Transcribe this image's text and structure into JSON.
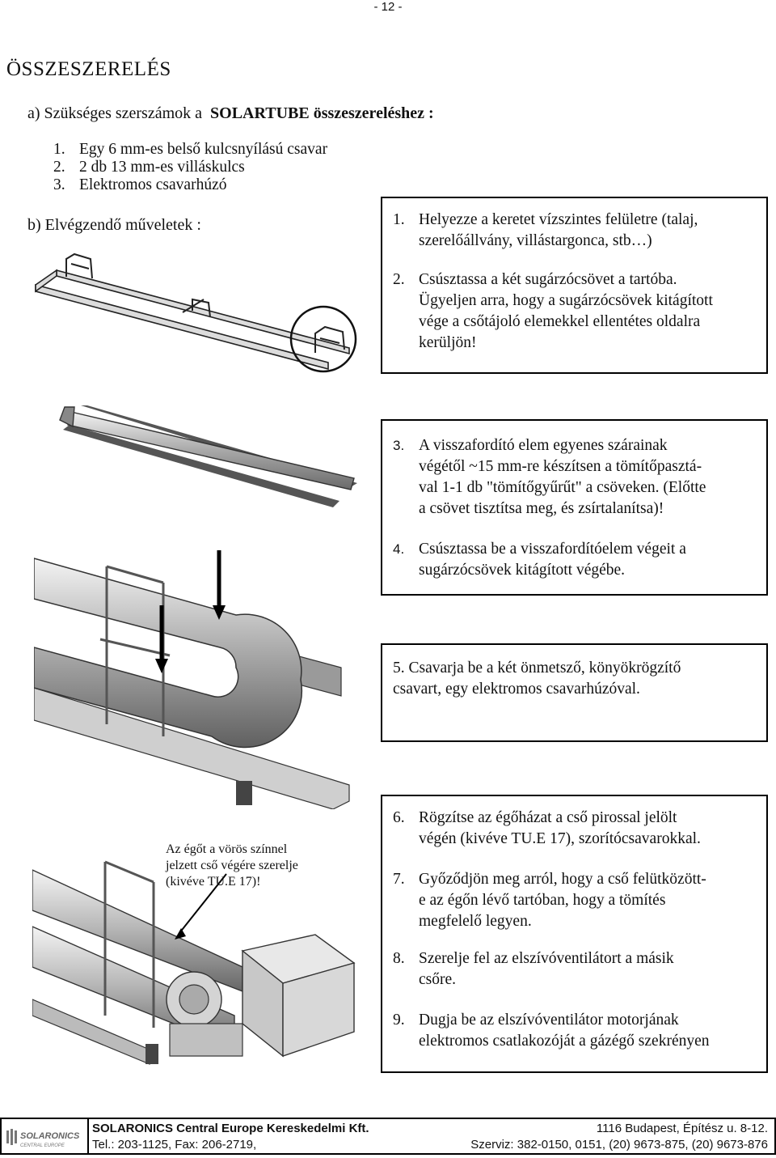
{
  "page_number": "- 12 -",
  "title": "ÖSSZESZERELÉS",
  "section_a": {
    "prefix": "a) Szükséges szerszámok a",
    "product": "SOLARTUBE összeszereléshez :",
    "tools": [
      {
        "num": "1.",
        "text": "Egy 6 mm-es belső kulcsnyílású csavar"
      },
      {
        "num": "2.",
        "text": "2 db 13 mm-es villáskulcs"
      },
      {
        "num": "3.",
        "text": "Elektromos csavarhúzó"
      }
    ]
  },
  "section_b": {
    "heading": "b) Elvégzendő műveletek :"
  },
  "box1": [
    {
      "num": "1.",
      "lines": [
        "Helyezze a keretet vízszintes felületre (talaj,",
        "szerelőállvány, villástargonca, stb…)"
      ]
    },
    {
      "num": "2.",
      "lines": [
        "Csúsztassa a két sugárzócsövet a tartóba.",
        "Ügyeljen arra, hogy a sugárzócsövek kitágított",
        "vége a csőtájoló elemekkel ellentétes oldalra",
        "kerüljön!"
      ]
    }
  ],
  "box2": [
    {
      "num": "3.",
      "lines": [
        "A visszafordító elem egyenes szárainak",
        "végétől ~15 mm-re készítsen a tömítőpasztá-",
        "val 1-1 db \"tömítőgyűrűt\" a csöveken. (Előtte",
        "a csövet tisztítsa meg, és zsírtalanítsa)!"
      ]
    },
    {
      "num": "4.",
      "lines": [
        "Csúsztassa be a visszafordítóelem végeit a",
        "sugárzócsövek kitágított végébe."
      ]
    }
  ],
  "box3": {
    "lines": [
      "5. Csavarja be a két önmetsző, könyökrögzítő",
      "csavart, egy elektromos csavarhúzóval."
    ]
  },
  "box4": [
    {
      "num": "6.",
      "lines": [
        "Rögzítse az égőházat a cső pirossal jelölt",
        "végén (kivéve TU.E 17), szorítócsavarokkal."
      ]
    },
    {
      "num": "7.",
      "lines": [
        "Győződjön meg arról, hogy a cső felütközött-",
        "e az égőn lévő tartóban, hogy a tömítés",
        "megfelelő legyen."
      ]
    },
    {
      "num": "8.",
      "lines": [
        "Szerelje fel az elszívóventilátort a másik",
        "csőre."
      ]
    },
    {
      "num": "9.",
      "lines": [
        "Dugja be az elszívóventilátor motorjának",
        "elektromos csatlakozóját a gázégő szekrényen"
      ]
    }
  ],
  "caption": [
    "Az égőt a vörös színnel",
    "jelzett cső végére szerelje",
    "(kivéve TU.E 17)!"
  ],
  "footer": {
    "logo_name": "SOLARONICS",
    "logo_sub": "CENTRAL EUROPE",
    "company": "SOLARONICS Central Europe Kereskedelmi Kft.",
    "address": "1116 Budapest, Építész u. 8-12.",
    "phone": "Tel.: 203-1125, Fax: 206-2719,",
    "service": "Szerviz: 382-0150, 0151, (20) 9673-875, (20) 9673-876"
  }
}
